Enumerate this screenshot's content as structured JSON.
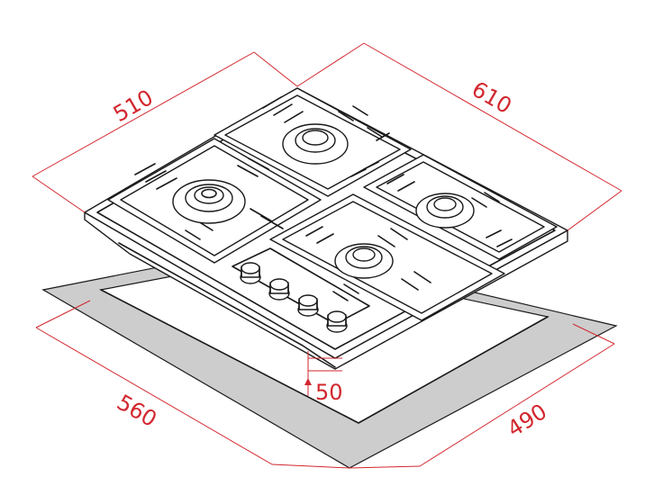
{
  "dimensions": {
    "width_hob": "510",
    "depth_hob": "610",
    "width_cutout": "560",
    "depth_cutout": "490",
    "height": "50"
  },
  "colors": {
    "dimension": "#d2272e",
    "outline": "#1a1a1a",
    "cutout_fill": "#cdcdcd"
  },
  "icons": {
    "height_marker": "arrow-up-icon"
  }
}
